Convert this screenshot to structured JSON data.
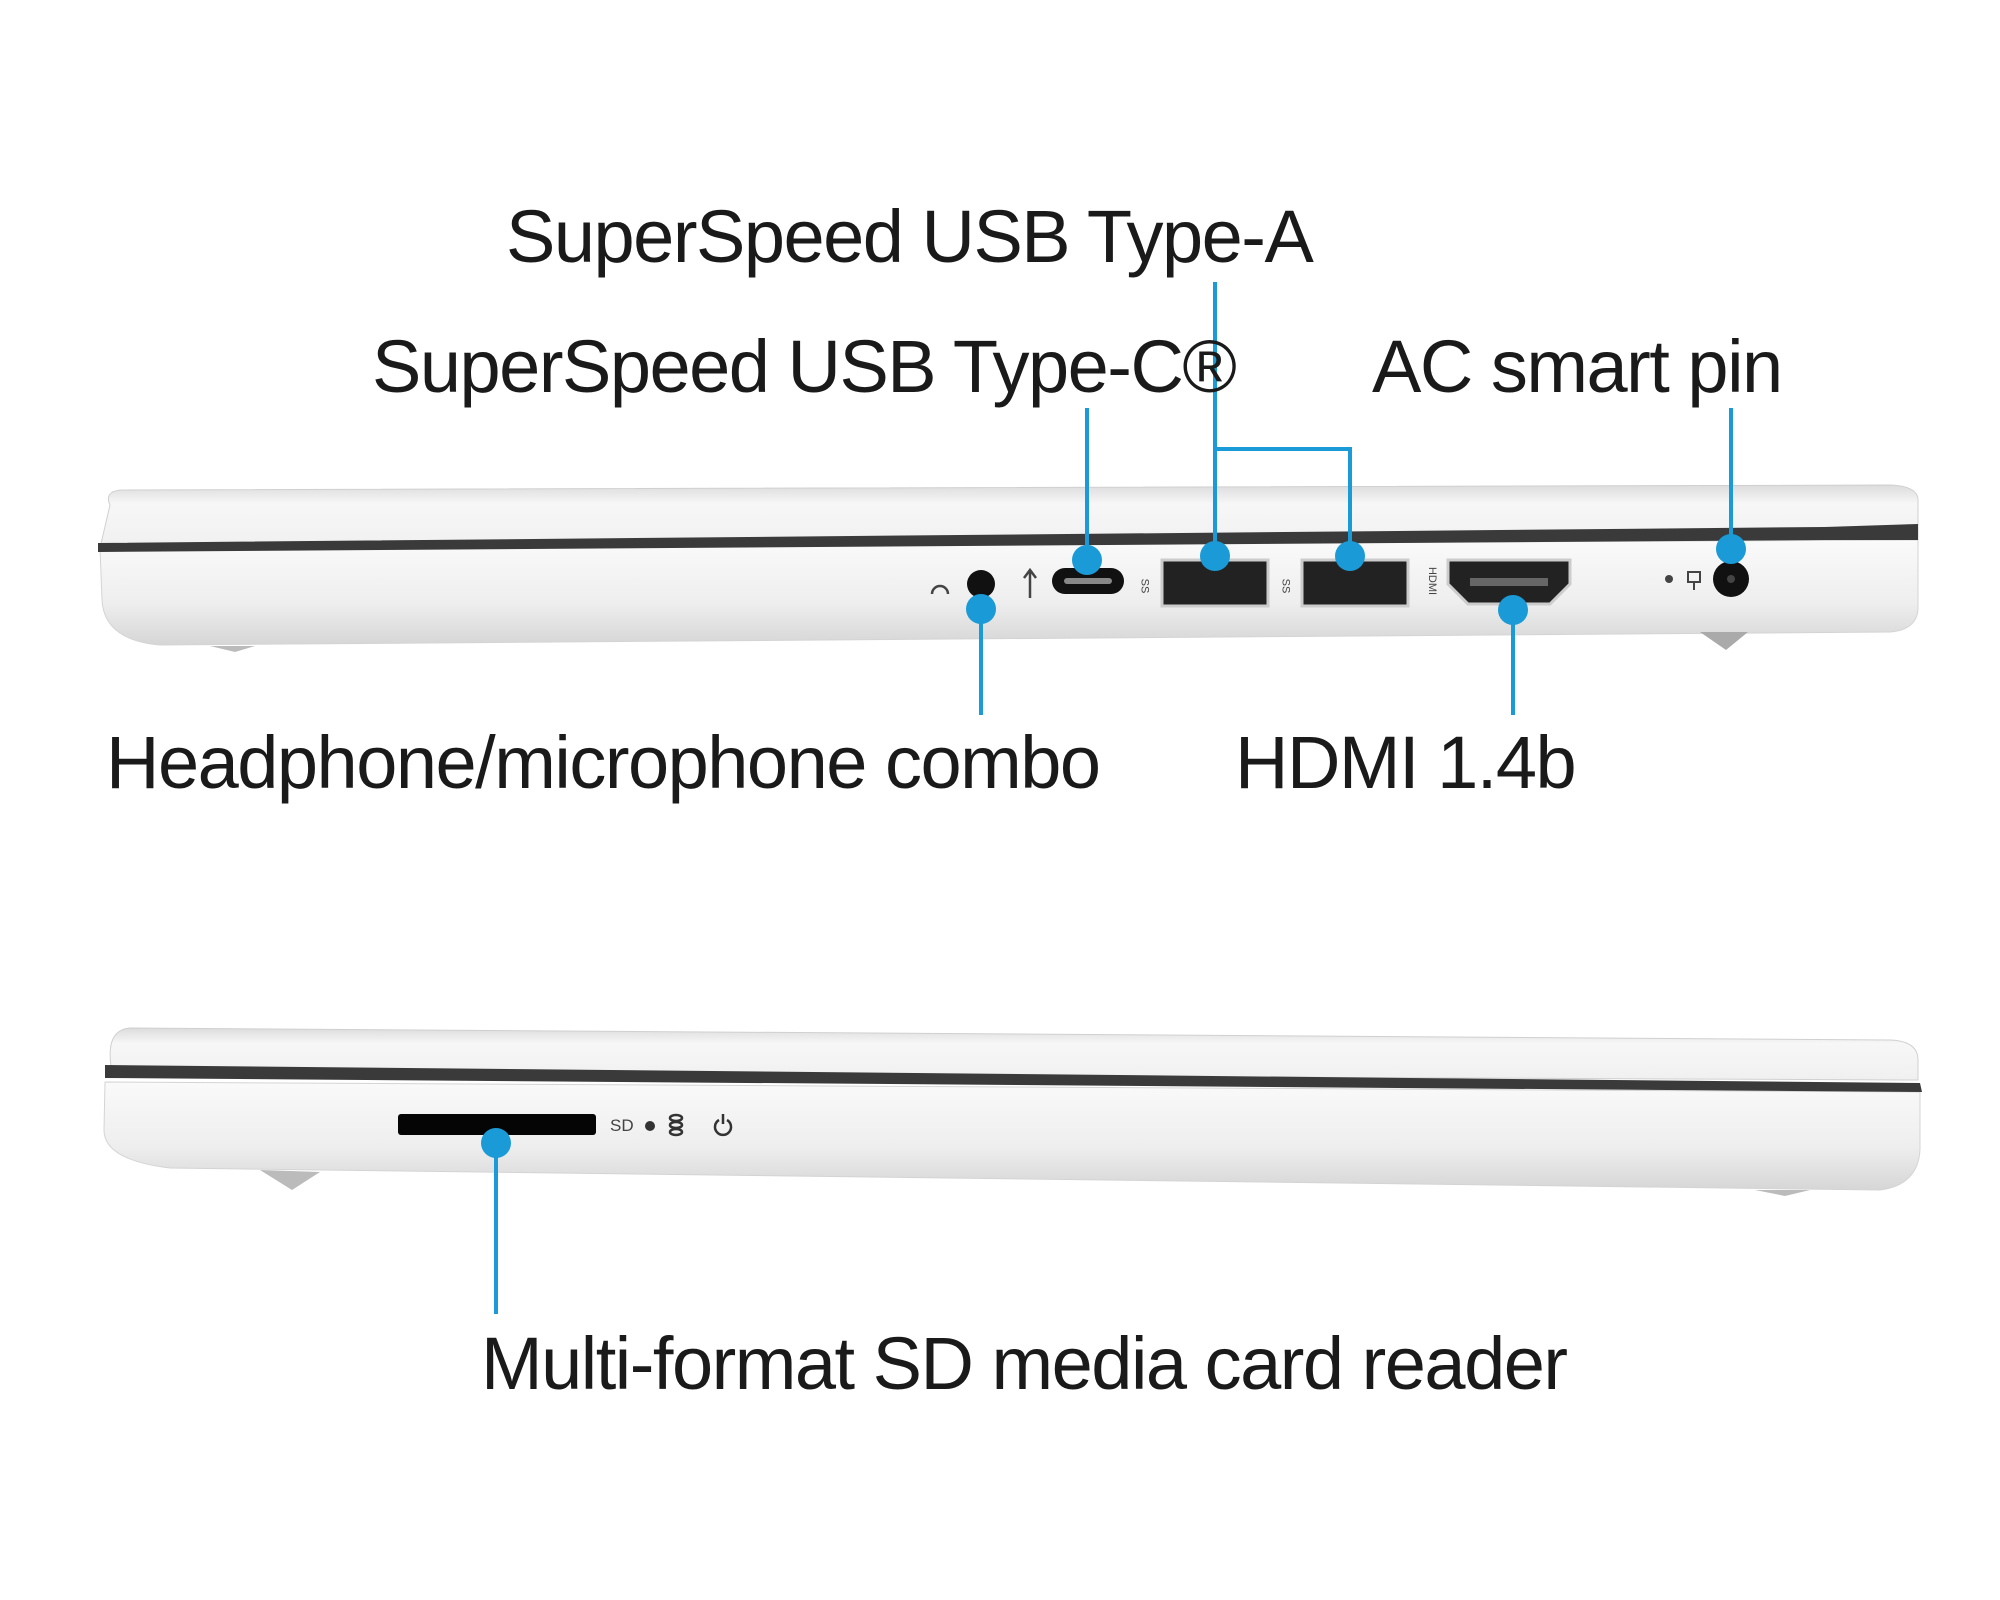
{
  "labels": {
    "usb_a": "SuperSpeed USB Type-A",
    "usb_c": "SuperSpeed USB Type-C®",
    "ac_pin": "AC smart pin",
    "headphone": "Headphone/microphone combo",
    "hdmi": "HDMI 1.4b",
    "sd_reader": "Multi-format SD media card reader"
  },
  "port_markings": {
    "sd": "SD",
    "hdmi": "HDMI",
    "ss": "SS"
  },
  "colors": {
    "callout": "#1a9ad6",
    "body": "#f2f2f2",
    "seam": "#3a3a3a"
  }
}
